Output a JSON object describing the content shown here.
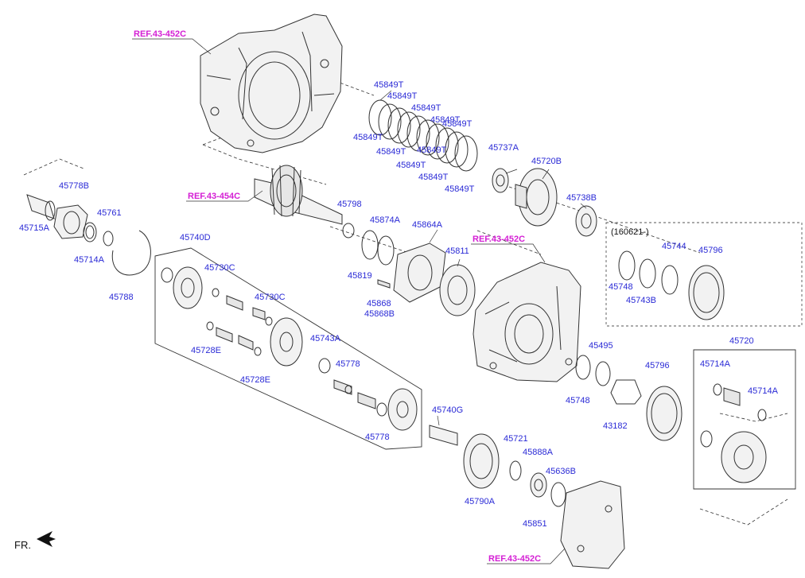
{
  "diagram": {
    "part_labels": [
      "45849T",
      "45849T",
      "45849T",
      "45849T",
      "45849T",
      "45849T",
      "45849T",
      "45849T",
      "45849T",
      "45849T",
      "45849T",
      "45778B",
      "45715A",
      "45761",
      "45714A",
      "45788",
      "45740D",
      "45730C",
      "45730C",
      "45728E",
      "45728E",
      "45743A",
      "45778",
      "45778",
      "45798",
      "45874A",
      "45864A",
      "45819",
      "45868",
      "45868B",
      "45737A",
      "45720B",
      "45738B",
      "45811",
      "45744",
      "45796",
      "45748",
      "45743B",
      "45495",
      "45748",
      "45796",
      "43182",
      "45720",
      "45714A",
      "45714A",
      "45740G",
      "45721",
      "45888A",
      "45636B",
      "45790A",
      "45851"
    ],
    "references": [
      "REF.43-452C",
      "REF.43-454C",
      "REF.43-452C",
      "REF.43-452C"
    ],
    "date_note": "(160621-)",
    "direction_label": "FR.",
    "colors": {
      "part_label": "#2a2ad6",
      "reference": "#d41fd4",
      "line": "#333333"
    },
    "icons": {
      "direction_arrow": "fr-arrow-icon"
    }
  }
}
